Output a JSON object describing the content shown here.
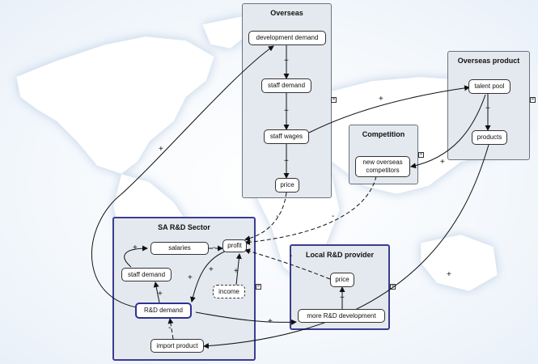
{
  "panels": {
    "overseas": {
      "title": "Overseas"
    },
    "overseas_product": {
      "title": "Overseas product"
    },
    "competition": {
      "title": "Competition"
    },
    "sa_rd_sector": {
      "title": "SA R&D Sector"
    },
    "local_rd_provider": {
      "title": "Local R&D provider"
    }
  },
  "nodes": {
    "development_demand": "development demand",
    "overseas_staff_demand": "staff demand",
    "staff_wages": "staff wages",
    "overseas_price": "price",
    "talent_pool": "talent pool",
    "products": "products",
    "new_overseas_competitors_1": "new overseas",
    "new_overseas_competitors_2": "competitors",
    "salaries": "salaries",
    "profit": "profit",
    "sa_staff_demand": "staff demand",
    "income": "income",
    "rd_demand": "R&D demand",
    "import_product": "import product",
    "local_price": "price",
    "more_rd_development": "more R&D development"
  },
  "link_labels": {
    "plus": "+",
    "minus": "-"
  },
  "icons": {
    "collapse": "double-chevron-left-icon"
  },
  "colors": {
    "panel_fill": "#e4e9ef",
    "panel_border_gray": "#6b7280",
    "panel_border_blue": "#3b3d8f",
    "map_land": "#ffffff",
    "map_shadow": "#b9cde4"
  }
}
